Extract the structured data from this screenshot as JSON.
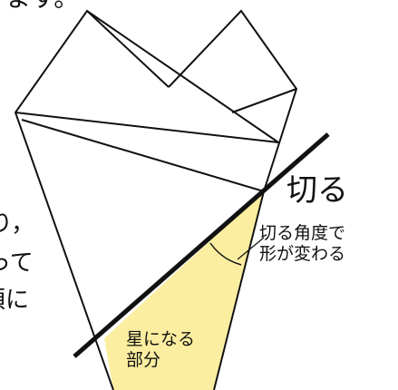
{
  "top_fragment": "ます。",
  "left_fragments": [
    "り，",
    "って",
    "順に"
  ],
  "label_cut": "切る",
  "label_angle_line1": "切る角度で",
  "label_angle_line2": "形が変わる",
  "label_star_line1": "星になる",
  "label_star_line2": "部分",
  "colors": {
    "star_fill": "#fbeea0",
    "stroke": "#111111",
    "background": "#ffffff"
  }
}
